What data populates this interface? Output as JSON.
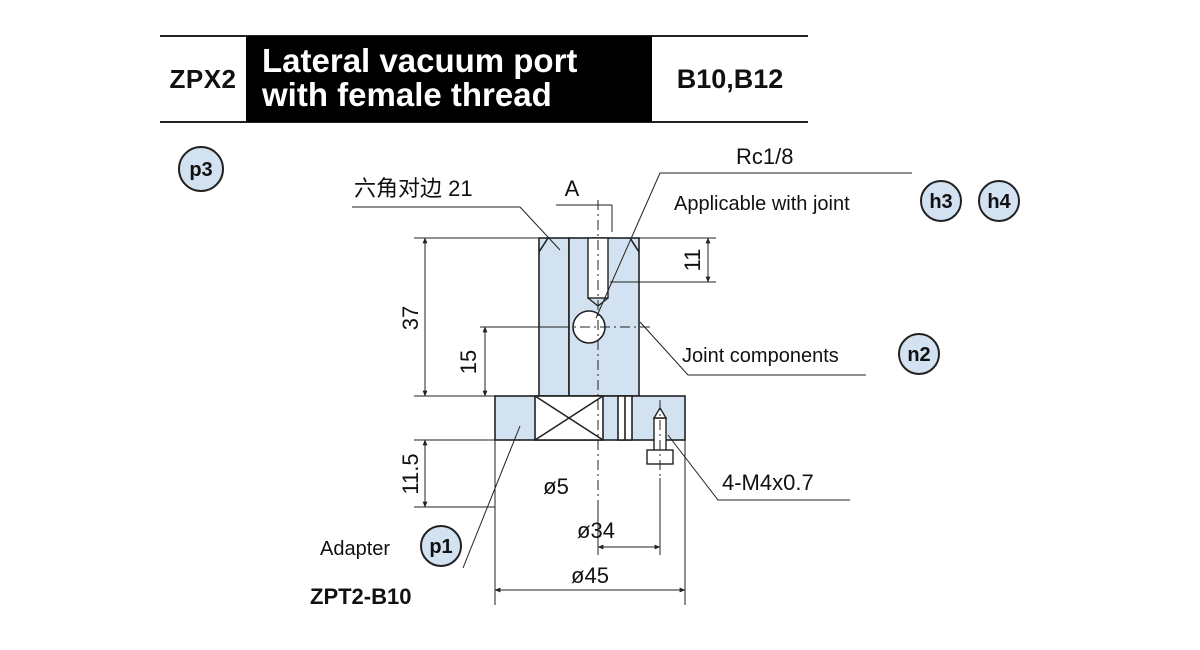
{
  "header": {
    "series_code": "ZPX2",
    "title_line1": "Lateral vacuum port",
    "title_line2": "with female thread",
    "variants": "B10,B12"
  },
  "badges": {
    "p3": "p3",
    "h3": "h3",
    "h4": "h4",
    "n2": "n2",
    "p1": "p1"
  },
  "labels": {
    "hex_width": "六角对边 21",
    "section_A": "A",
    "port_thread": "Rc1/8",
    "applicable_joint": "Applicable with joint",
    "joint_components": "Joint components",
    "bolt_spec": "4-M4x0.7",
    "adapter": "Adapter",
    "model": "ZPT2-B10"
  },
  "dimensions": {
    "total_height": "37",
    "port_depth": "11",
    "port_height": "15",
    "flange_height": "11.5",
    "bore_dia": "ø5",
    "bolt_circle": "ø34",
    "outer_dia": "ø45"
  },
  "colors": {
    "part_fill": "#d3e2f0",
    "badge_fill": "#d3e2f0",
    "line": "#222222",
    "header_bg": "#000000"
  }
}
